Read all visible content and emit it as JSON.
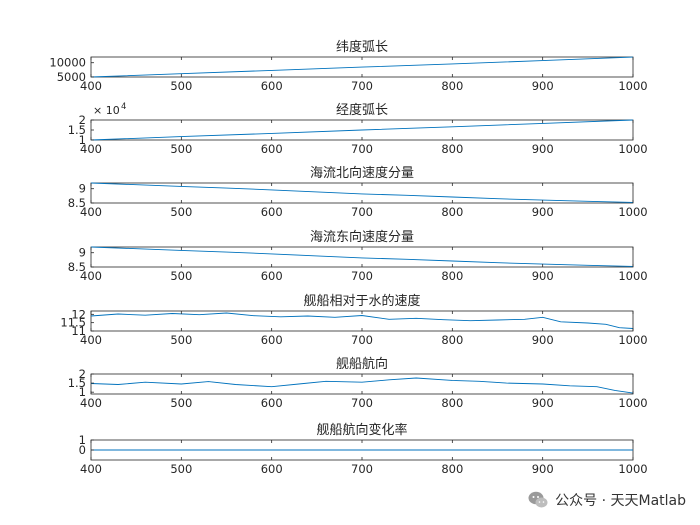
{
  "chart_data": [
    {
      "type": "line",
      "title": "纬度弧长",
      "xlim": [
        400,
        1000
      ],
      "ylim": [
        5000,
        12000
      ],
      "xticks": [
        "400",
        "500",
        "600",
        "700",
        "800",
        "900",
        "1000"
      ],
      "yticks": [
        "5000",
        "10000"
      ],
      "ytick_values": [
        5000,
        10000
      ],
      "exponent": "",
      "color": "#0072BD",
      "series": [
        {
          "x": [
            400,
            500,
            600,
            700,
            800,
            900,
            1000
          ],
          "y": [
            5000,
            6150,
            7300,
            8450,
            9600,
            10750,
            11950
          ]
        }
      ]
    },
    {
      "type": "line",
      "title": "经度弧长",
      "xlim": [
        400,
        1000
      ],
      "ylim": [
        1,
        2
      ],
      "xticks": [
        "400",
        "500",
        "600",
        "700",
        "800",
        "900",
        "1000"
      ],
      "yticks": [
        "1",
        "1.5",
        "2"
      ],
      "ytick_values": [
        1,
        1.5,
        2
      ],
      "exponent": "× 10",
      "exponent_power": "4",
      "color": "#0072BD",
      "series": [
        {
          "x": [
            400,
            500,
            600,
            700,
            800,
            900,
            1000
          ],
          "y": [
            1.0,
            1.17,
            1.33,
            1.5,
            1.66,
            1.83,
            2.0
          ]
        }
      ]
    },
    {
      "type": "line",
      "title": "海流北向速度分量",
      "xlim": [
        400,
        1000
      ],
      "ylim": [
        8.5,
        9.2
      ],
      "xticks": [
        "400",
        "500",
        "600",
        "700",
        "800",
        "900",
        "1000"
      ],
      "yticks": [
        "8.5",
        "9"
      ],
      "ytick_values": [
        8.5,
        9
      ],
      "exponent": "",
      "color": "#0072BD",
      "series": [
        {
          "x": [
            400,
            450,
            500,
            550,
            600,
            650,
            700,
            750,
            800,
            850,
            900,
            950,
            1000
          ],
          "y": [
            9.2,
            9.14,
            9.08,
            9.02,
            8.96,
            8.89,
            8.82,
            8.77,
            8.71,
            8.65,
            8.6,
            8.56,
            8.52
          ]
        }
      ]
    },
    {
      "type": "line",
      "title": "海流东向速度分量",
      "xlim": [
        400,
        1000
      ],
      "ylim": [
        8.5,
        9.2
      ],
      "xticks": [
        "400",
        "500",
        "600",
        "700",
        "800",
        "900",
        "1000"
      ],
      "yticks": [
        "8.5",
        "9"
      ],
      "ytick_values": [
        8.5,
        9
      ],
      "exponent": "",
      "color": "#0072BD",
      "series": [
        {
          "x": [
            400,
            450,
            500,
            550,
            600,
            650,
            700,
            750,
            800,
            850,
            900,
            950,
            1000
          ],
          "y": [
            9.2,
            9.14,
            9.08,
            9.02,
            8.96,
            8.89,
            8.82,
            8.77,
            8.71,
            8.65,
            8.6,
            8.56,
            8.52
          ]
        }
      ]
    },
    {
      "type": "line",
      "title": "舰船相对于水的速度",
      "xlim": [
        400,
        1000
      ],
      "ylim": [
        11,
        12.2
      ],
      "xticks": [
        "400",
        "500",
        "600",
        "700",
        "800",
        "900",
        "1000"
      ],
      "yticks": [
        "11",
        "11.5",
        "12"
      ],
      "ytick_values": [
        11,
        11.5,
        12
      ],
      "exponent": "",
      "color": "#0072BD",
      "series": [
        {
          "x": [
            400,
            430,
            460,
            490,
            520,
            550,
            580,
            610,
            640,
            670,
            700,
            730,
            760,
            790,
            820,
            850,
            880,
            900,
            920,
            950,
            970,
            985,
            1000
          ],
          "y": [
            11.9,
            12.02,
            11.95,
            12.05,
            11.98,
            12.08,
            11.92,
            11.85,
            11.9,
            11.82,
            11.93,
            11.7,
            11.76,
            11.68,
            11.62,
            11.66,
            11.7,
            11.82,
            11.55,
            11.48,
            11.4,
            11.2,
            11.15
          ]
        }
      ]
    },
    {
      "type": "line",
      "title": "舰船航向",
      "xlim": [
        400,
        1000
      ],
      "ylim": [
        0.9,
        2
      ],
      "xticks": [
        "400",
        "500",
        "600",
        "700",
        "800",
        "900",
        "1000"
      ],
      "yticks": [
        "1",
        "1.5",
        "2"
      ],
      "ytick_values": [
        1,
        1.5,
        2
      ],
      "exponent": "",
      "color": "#0072BD",
      "series": [
        {
          "x": [
            400,
            430,
            460,
            500,
            530,
            560,
            600,
            630,
            660,
            700,
            730,
            760,
            800,
            830,
            860,
            900,
            930,
            960,
            980,
            1000
          ],
          "y": [
            1.48,
            1.42,
            1.55,
            1.45,
            1.58,
            1.42,
            1.3,
            1.45,
            1.6,
            1.55,
            1.68,
            1.78,
            1.65,
            1.6,
            1.5,
            1.45,
            1.35,
            1.3,
            1.1,
            0.95
          ]
        }
      ]
    },
    {
      "type": "line",
      "title": "舰船航向变化率",
      "xlim": [
        400,
        1000
      ],
      "ylim": [
        -1,
        1
      ],
      "xticks": [
        "400",
        "500",
        "600",
        "700",
        "800",
        "900",
        "1000"
      ],
      "yticks": [
        "0",
        "1"
      ],
      "ytick_values": [
        0,
        1
      ],
      "exponent": "",
      "color": "#0072BD",
      "series": [
        {
          "x": [
            400,
            500,
            600,
            700,
            800,
            900,
            1000
          ],
          "y": [
            0,
            0,
            0,
            0,
            0,
            0,
            0
          ]
        }
      ]
    }
  ],
  "watermark": {
    "text": "公众号 · 天天Matlab",
    "icon": "wechat-icon",
    "color": "#333333"
  }
}
